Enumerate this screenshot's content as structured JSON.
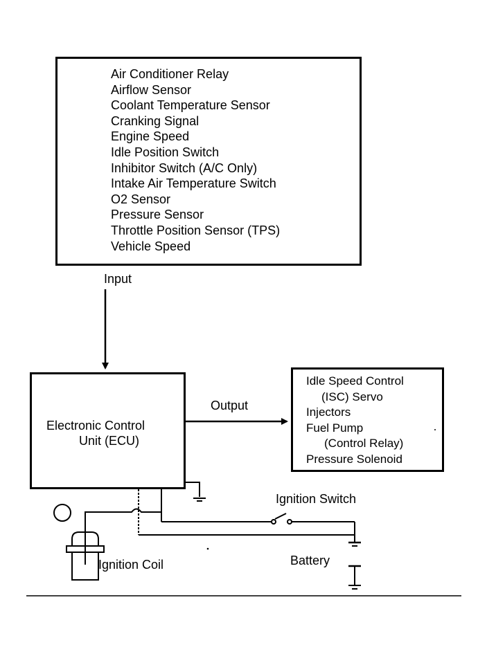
{
  "input_box": {
    "items": [
      "Air Conditioner Relay",
      "Airflow Sensor",
      "Coolant Temperature Sensor",
      "Cranking Signal",
      "Engine Speed",
      "Idle Position Switch",
      "Inhibitor Switch (A/C Only)",
      "Intake Air Temperature Switch",
      "O2 Sensor",
      "Pressure Sensor",
      "Throttle Position Sensor (TPS)",
      "Vehicle Speed"
    ]
  },
  "labels": {
    "input": "Input",
    "output": "Output",
    "ignition_switch": "Ignition Switch",
    "ignition_coil": "Ignition Coil",
    "battery": "Battery"
  },
  "ecu": {
    "line1": "Electronic Control",
    "line2": "Unit (ECU)"
  },
  "output_box": {
    "items": [
      "Idle Speed Control",
      "(ISC) Servo",
      "Injectors",
      "Fuel Pump",
      "(Control Relay)",
      "Pressure Solenoid"
    ]
  }
}
